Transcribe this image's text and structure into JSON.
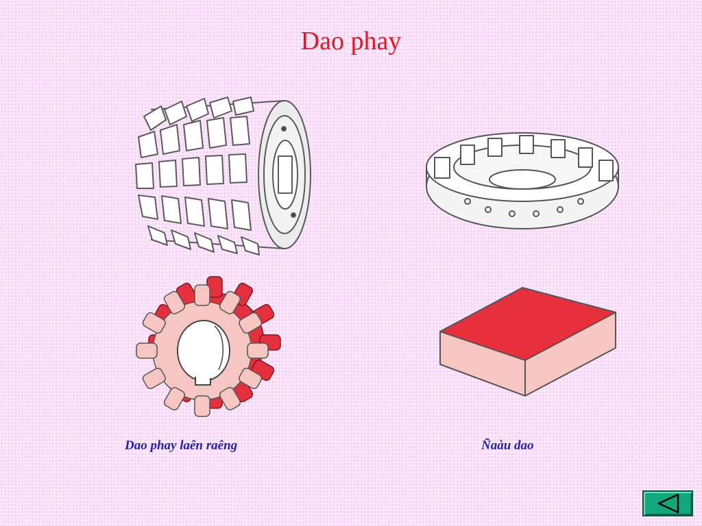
{
  "slide": {
    "title": "Dao phay",
    "caption_left": "Dao phay laên raêng",
    "caption_right": "Ñaàu dao"
  },
  "figures": {
    "hob_cutter": "hob-cutter-drawing",
    "face_mill": "face-mill-drawing",
    "gear": "spur-gear-drawing",
    "block": "workpiece-block-drawing"
  },
  "navigation": {
    "back_icon": "triangle-left-icon"
  },
  "colors": {
    "title": "#e8141e",
    "caption": "#1f1fb4",
    "part_light": "#f6c6c2",
    "part_dark": "#e3303c",
    "nav_button": "#12a87c"
  }
}
